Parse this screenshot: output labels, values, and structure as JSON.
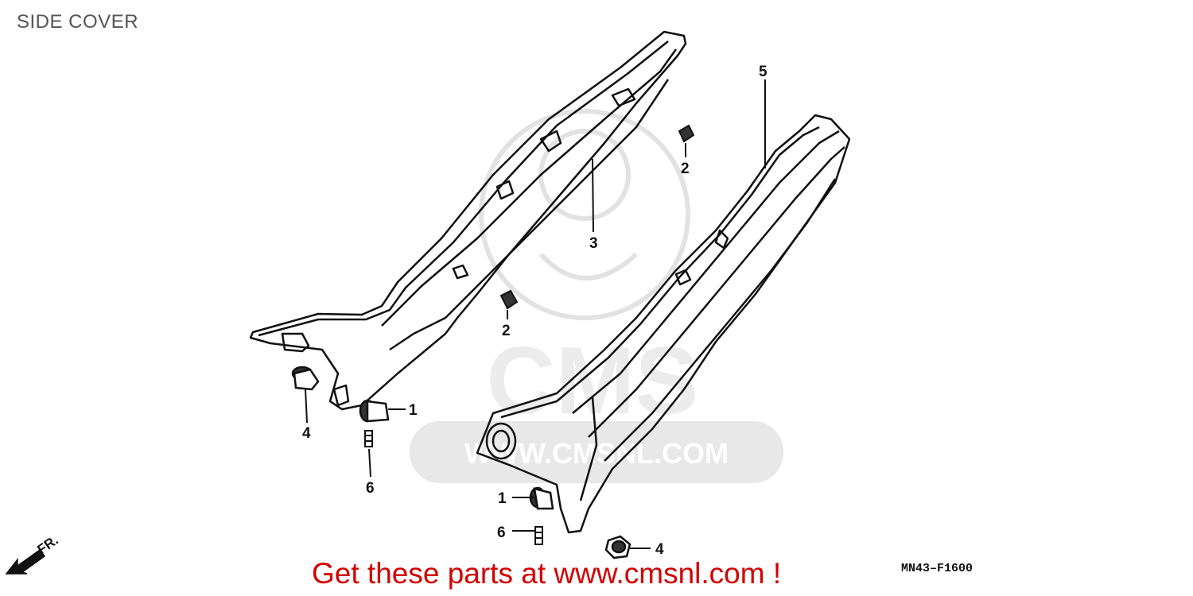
{
  "diagram": {
    "title": "SIDE COVER",
    "watermark": {
      "text": "WWW.CMSNL.COM",
      "logo_text": "CMS"
    },
    "part_labels": [
      {
        "id": "label-1-left",
        "text": "1"
      },
      {
        "id": "label-1-right",
        "text": "1"
      },
      {
        "id": "label-2-upper",
        "text": "2"
      },
      {
        "id": "label-2-lower",
        "text": "2"
      },
      {
        "id": "label-3",
        "text": "3"
      },
      {
        "id": "label-4-left",
        "text": "4"
      },
      {
        "id": "label-4-right",
        "text": "4"
      },
      {
        "id": "label-5",
        "text": "5"
      },
      {
        "id": "label-6-left",
        "text": "6"
      },
      {
        "id": "label-6-right",
        "text": "6"
      }
    ],
    "front_indicator": "FR.",
    "promo_text": "Get these parts at www.cmsnl.com !",
    "diagram_code": "MN43–F1600",
    "colors": {
      "line": "#111111",
      "watermark": "#e4e4e4",
      "promo": "#d40000",
      "title": "#555555"
    }
  }
}
